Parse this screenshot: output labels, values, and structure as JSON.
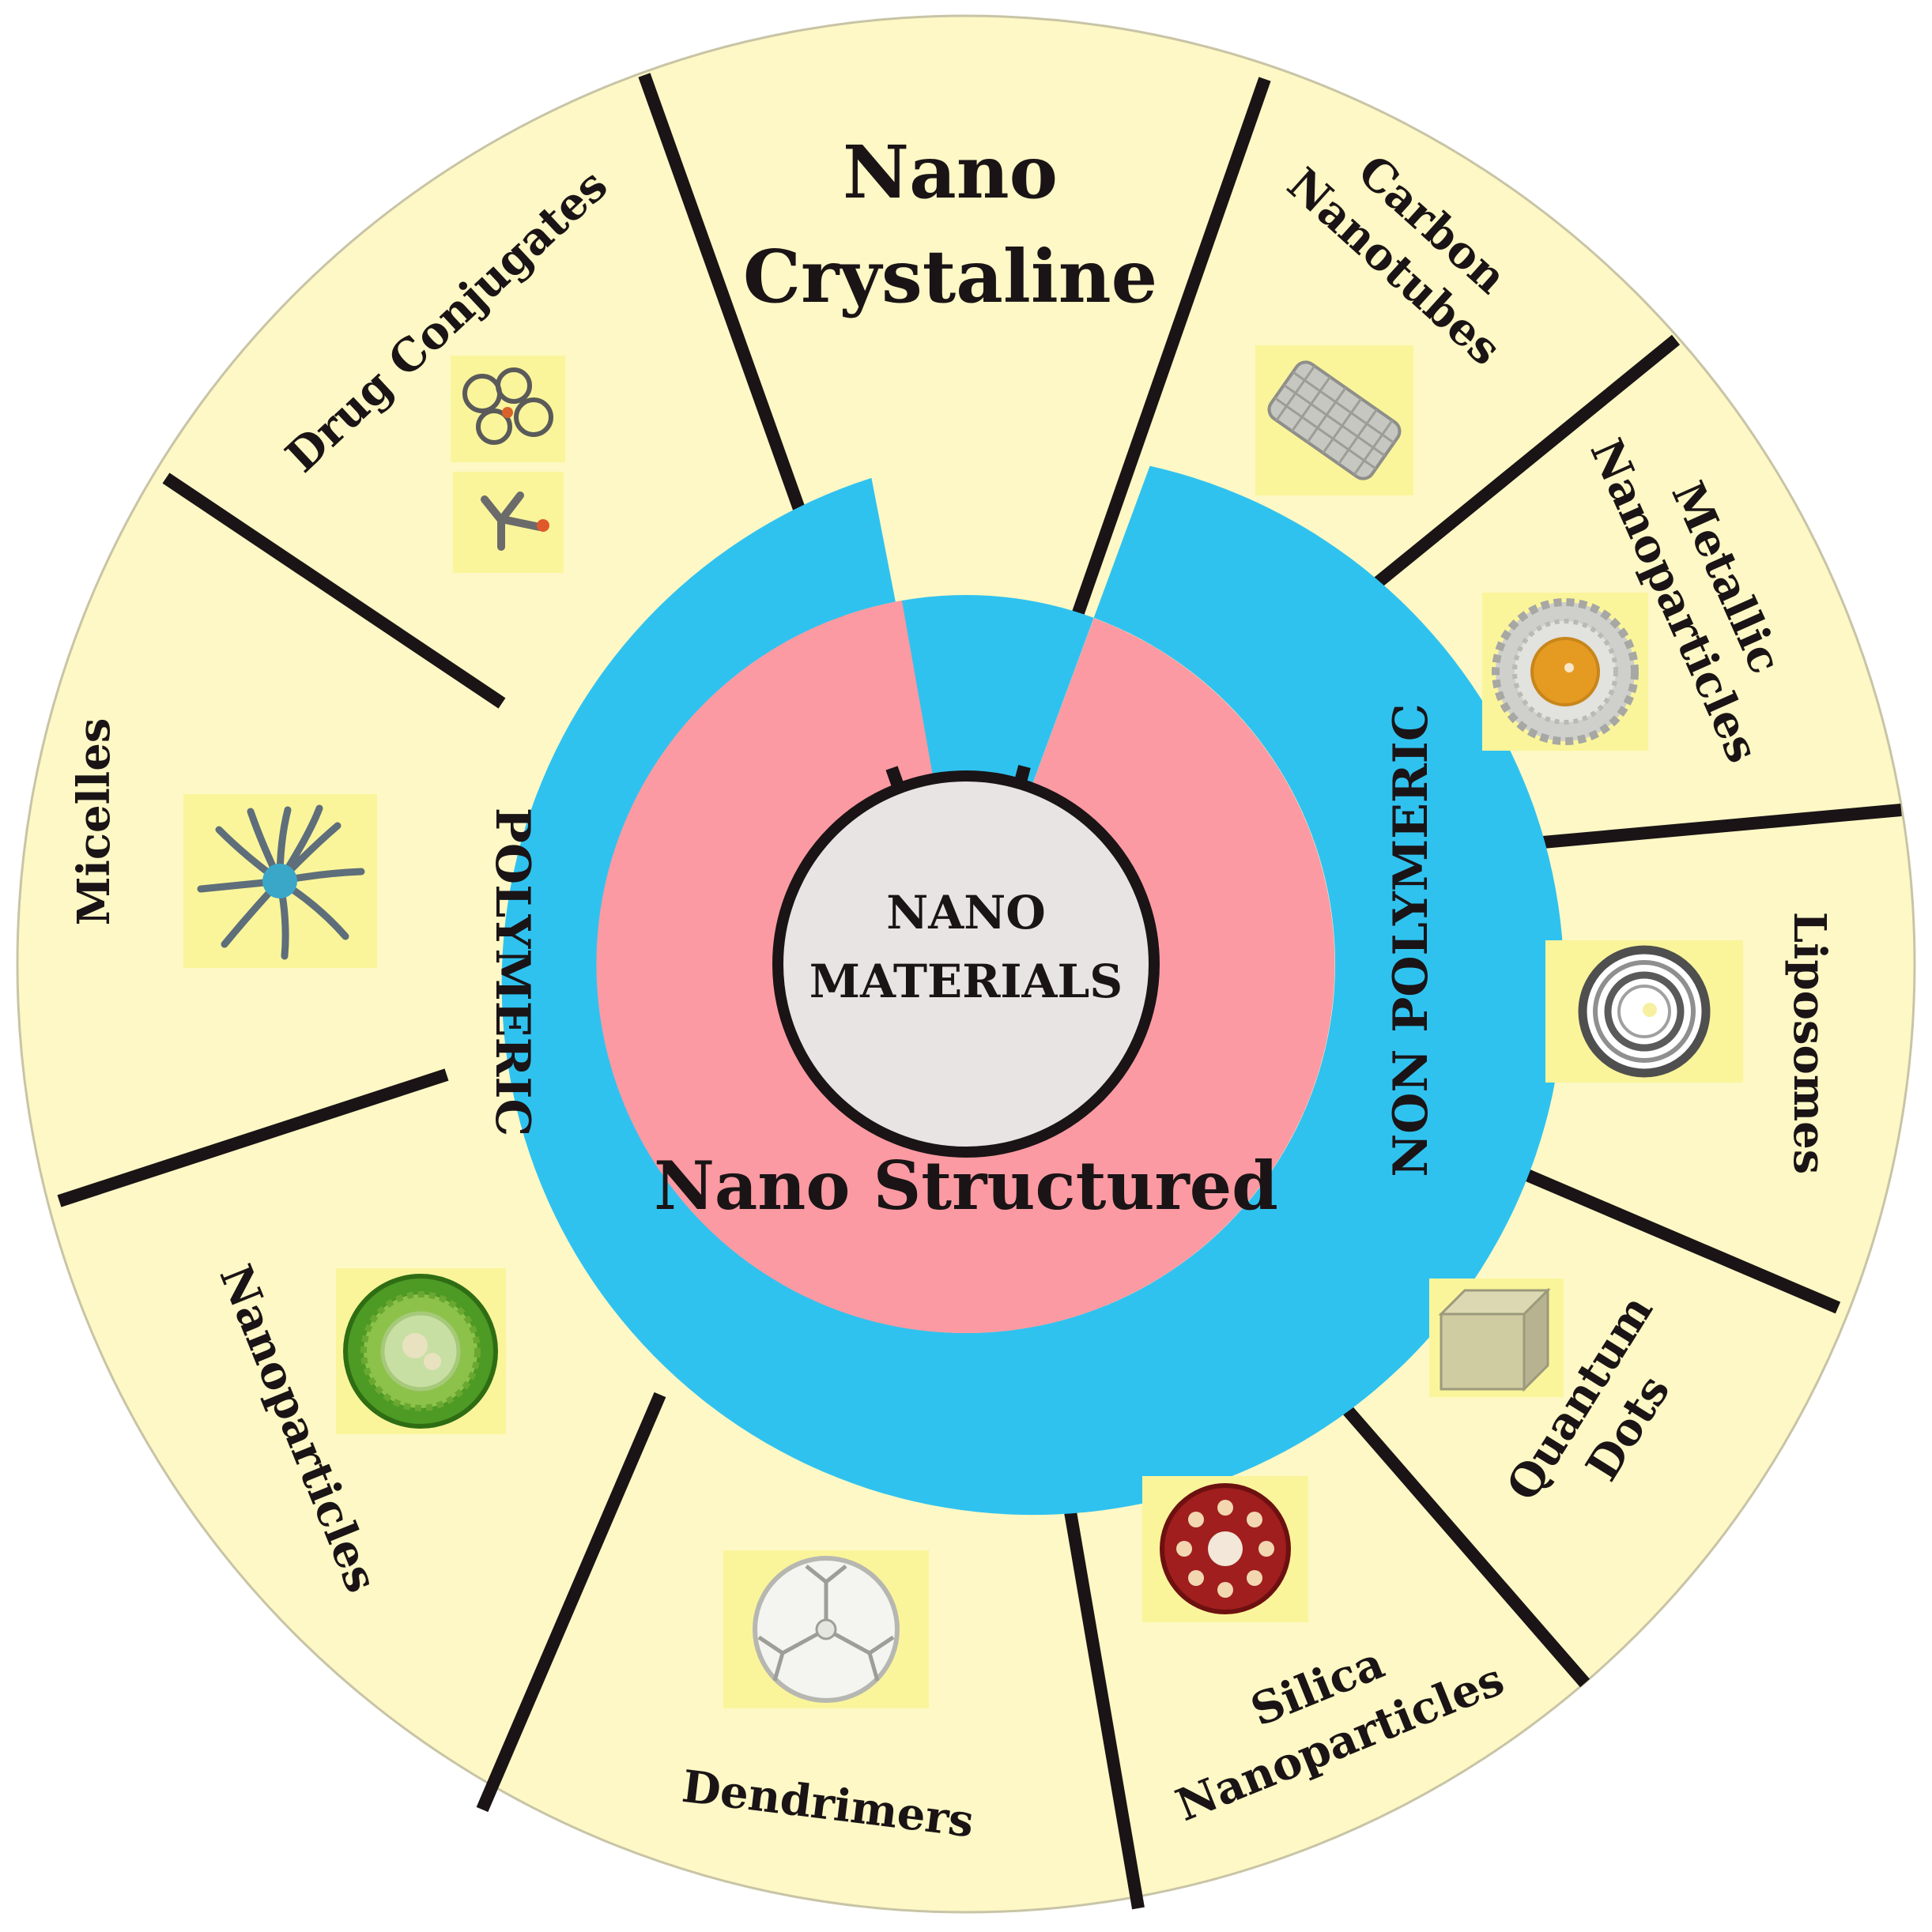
{
  "colors": {
    "outer_ring": "#fdf8c5",
    "blue_ring": "#30c2ef",
    "pink_core": "#fb9aa2",
    "center_disc": "#e9e4e4",
    "ink": "#1a1416",
    "icon_bg": "#faf59a"
  },
  "center": {
    "line1": "NANO",
    "line2": "MATERIALS"
  },
  "core_label": "Nano Structured",
  "ring_labels": {
    "left": "POLYMERIC",
    "right": "NON POLYMERIC"
  },
  "top_segment": {
    "line1": "Nano",
    "line2": "Crystaline"
  },
  "segments": [
    {
      "id": "carbon-nanotubes",
      "line1": "Carbon",
      "line2": "Nanotubes",
      "icon": "carbon-nanotube-icon"
    },
    {
      "id": "metallic-nanoparticles",
      "line1": "Metallic",
      "line2": "Nanoparticles",
      "icon": "metallic-nanoparticle-icon"
    },
    {
      "id": "liposomes",
      "line1": "Liposomes",
      "line2": "",
      "icon": "liposome-icon"
    },
    {
      "id": "quantum-dots",
      "line1": "Quantum",
      "line2": "Dots",
      "icon": "quantum-dot-cube-icon"
    },
    {
      "id": "silica-nanoparticles",
      "line1": "Silica",
      "line2": "Nanoparticles",
      "icon": "silica-nanoparticle-icon"
    },
    {
      "id": "dendrimers",
      "line1": "Dendrimers",
      "line2": "",
      "icon": "dendrimer-icon"
    },
    {
      "id": "nanoparticles",
      "line1": "Nanoparticles",
      "line2": "",
      "icon": "polymeric-nanoparticle-icon"
    },
    {
      "id": "micelles",
      "line1": "Micelles",
      "line2": "",
      "icon": "micelle-icon"
    },
    {
      "id": "drug-conjugates",
      "line1": "Drug Conjugates",
      "line2": "",
      "icon": "drug-conjugate-icon"
    }
  ]
}
